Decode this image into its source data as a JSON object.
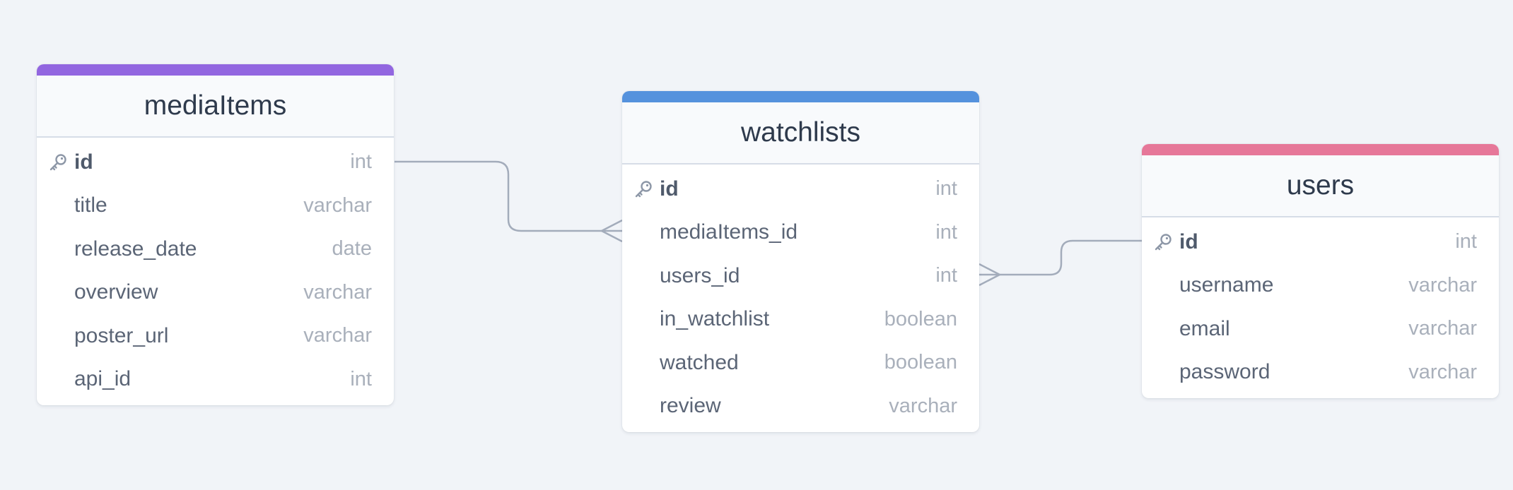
{
  "colors": {
    "background": "#f1f4f8",
    "connector": "#a3acbb",
    "mediaitems_accent": "#9266e0",
    "watchlists_accent": "#5592dd",
    "users_accent": "#e67799"
  },
  "icons": {
    "primary_key": "key-icon"
  },
  "tables": {
    "mediaitems": {
      "name": "mediaItems",
      "columns": [
        {
          "name": "id",
          "type": "int",
          "primary_key": true
        },
        {
          "name": "title",
          "type": "varchar"
        },
        {
          "name": "release_date",
          "type": "date"
        },
        {
          "name": "overview",
          "type": "varchar"
        },
        {
          "name": "poster_url",
          "type": "varchar"
        },
        {
          "name": "api_id",
          "type": "int"
        }
      ]
    },
    "watchlists": {
      "name": "watchlists",
      "columns": [
        {
          "name": "id",
          "type": "int",
          "primary_key": true
        },
        {
          "name": "mediaItems_id",
          "type": "int"
        },
        {
          "name": "users_id",
          "type": "int"
        },
        {
          "name": "in_watchlist",
          "type": "boolean"
        },
        {
          "name": "watched",
          "type": "boolean"
        },
        {
          "name": "review",
          "type": "varchar"
        }
      ]
    },
    "users": {
      "name": "users",
      "columns": [
        {
          "name": "id",
          "type": "int",
          "primary_key": true
        },
        {
          "name": "username",
          "type": "varchar"
        },
        {
          "name": "email",
          "type": "varchar"
        },
        {
          "name": "password",
          "type": "varchar"
        }
      ]
    }
  },
  "relations": [
    {
      "from": "mediaItems.id",
      "to": "watchlists.mediaItems_id",
      "cardinality": "one-to-many"
    },
    {
      "from": "users.id",
      "to": "watchlists.users_id",
      "cardinality": "one-to-many"
    }
  ]
}
